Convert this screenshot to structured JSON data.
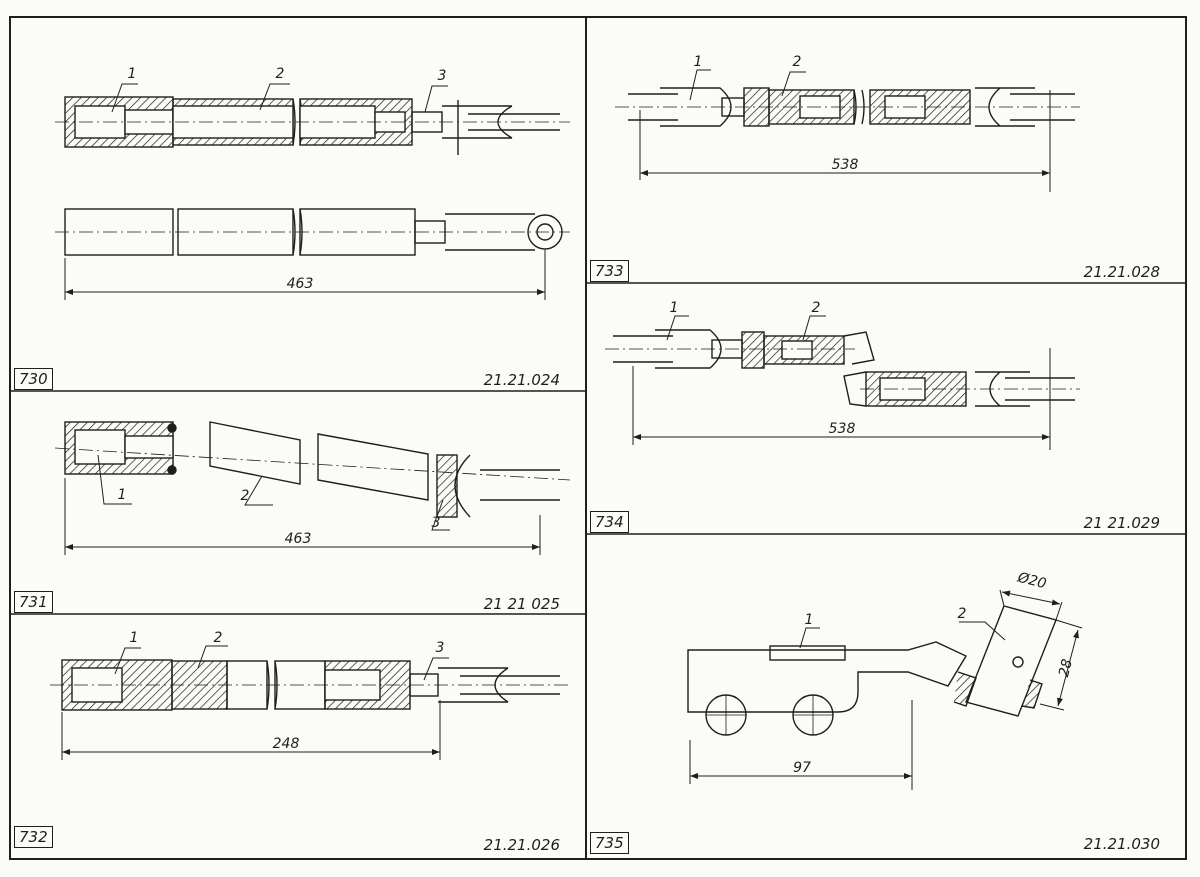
{
  "panels": [
    {
      "number": "730",
      "code": "21.21.024",
      "dimension": "463",
      "parts": [
        "1",
        "2",
        "3"
      ]
    },
    {
      "number": "731",
      "code": "21 21 025",
      "dimension": "463",
      "parts": [
        "1",
        "2",
        "3"
      ]
    },
    {
      "number": "732",
      "code": "21.21.026",
      "dimension": "248",
      "parts": [
        "1",
        "2",
        "3"
      ]
    },
    {
      "number": "733",
      "code": "21.21.028",
      "dimension": "538",
      "parts": [
        "1",
        "2"
      ]
    },
    {
      "number": "734",
      "code": "21 21.029",
      "dimension": "538",
      "parts": [
        "1",
        "2"
      ]
    },
    {
      "number": "735",
      "code": "21.21.030",
      "dimension": "97",
      "dimension_diameter": "Ø20",
      "dimension_side": "28",
      "parts": [
        "1",
        "2"
      ]
    }
  ]
}
